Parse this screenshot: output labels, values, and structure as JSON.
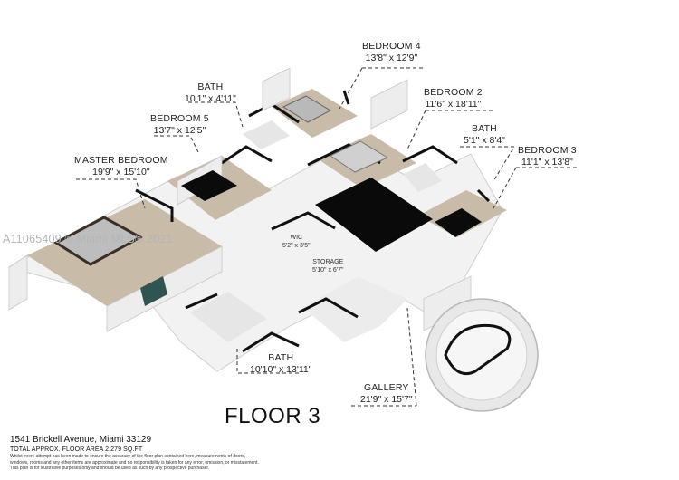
{
  "plan": {
    "floor_title": "FLOOR 3",
    "watermark": "A11065409 © Miami MLS® 2021",
    "rooms": [
      {
        "name": "BEDROOM 4",
        "dimensions": "13'8\" x 12'9\""
      },
      {
        "name": "BATH",
        "dimensions": "10'1\" x 4'11\""
      },
      {
        "name": "BEDROOM 2",
        "dimensions": "11'6\" x 18'11\""
      },
      {
        "name": "BEDROOM 5",
        "dimensions": "13'7\" x 12'5\""
      },
      {
        "name": "BATH",
        "dimensions": "5'1\" x 8'4\""
      },
      {
        "name": "MASTER BEDROOM",
        "dimensions": "19'9\" x 15'10\""
      },
      {
        "name": "BEDROOM 3",
        "dimensions": "11'1\" x 13'8\""
      },
      {
        "name": "BATH",
        "dimensions": "10'10\" x 13'11\""
      },
      {
        "name": "GALLERY",
        "dimensions": "21'9\" x 15'7\""
      }
    ],
    "small_rooms": [
      {
        "name": "WIC",
        "dimensions": "5'2\" x 3'5\""
      },
      {
        "name": "STORAGE",
        "dimensions": "5'10\" x 6'7\""
      }
    ]
  },
  "footer": {
    "address": "1541 Brickell Avenue, Miami 33129",
    "total_area": "TOTAL APPROX. FLOOR AREA 2,279 SQ.FT",
    "disclaimer_1": "Whilst every attempt has been made to ensure the accuracy of the floor plan contained here, measurements of doors,",
    "disclaimer_2": "windows, rooms and any other items are approximate and no responsibility is taken for any error, omission, or misstatement.",
    "disclaimer_3": "This plan is for illustrative purposes only and should be used as such by any prospective purchaser."
  },
  "colors": {
    "floor": "#c8bba8",
    "wall": "#ededed",
    "wall_edge": "#111111",
    "dark_block": "#0a0a0a"
  }
}
